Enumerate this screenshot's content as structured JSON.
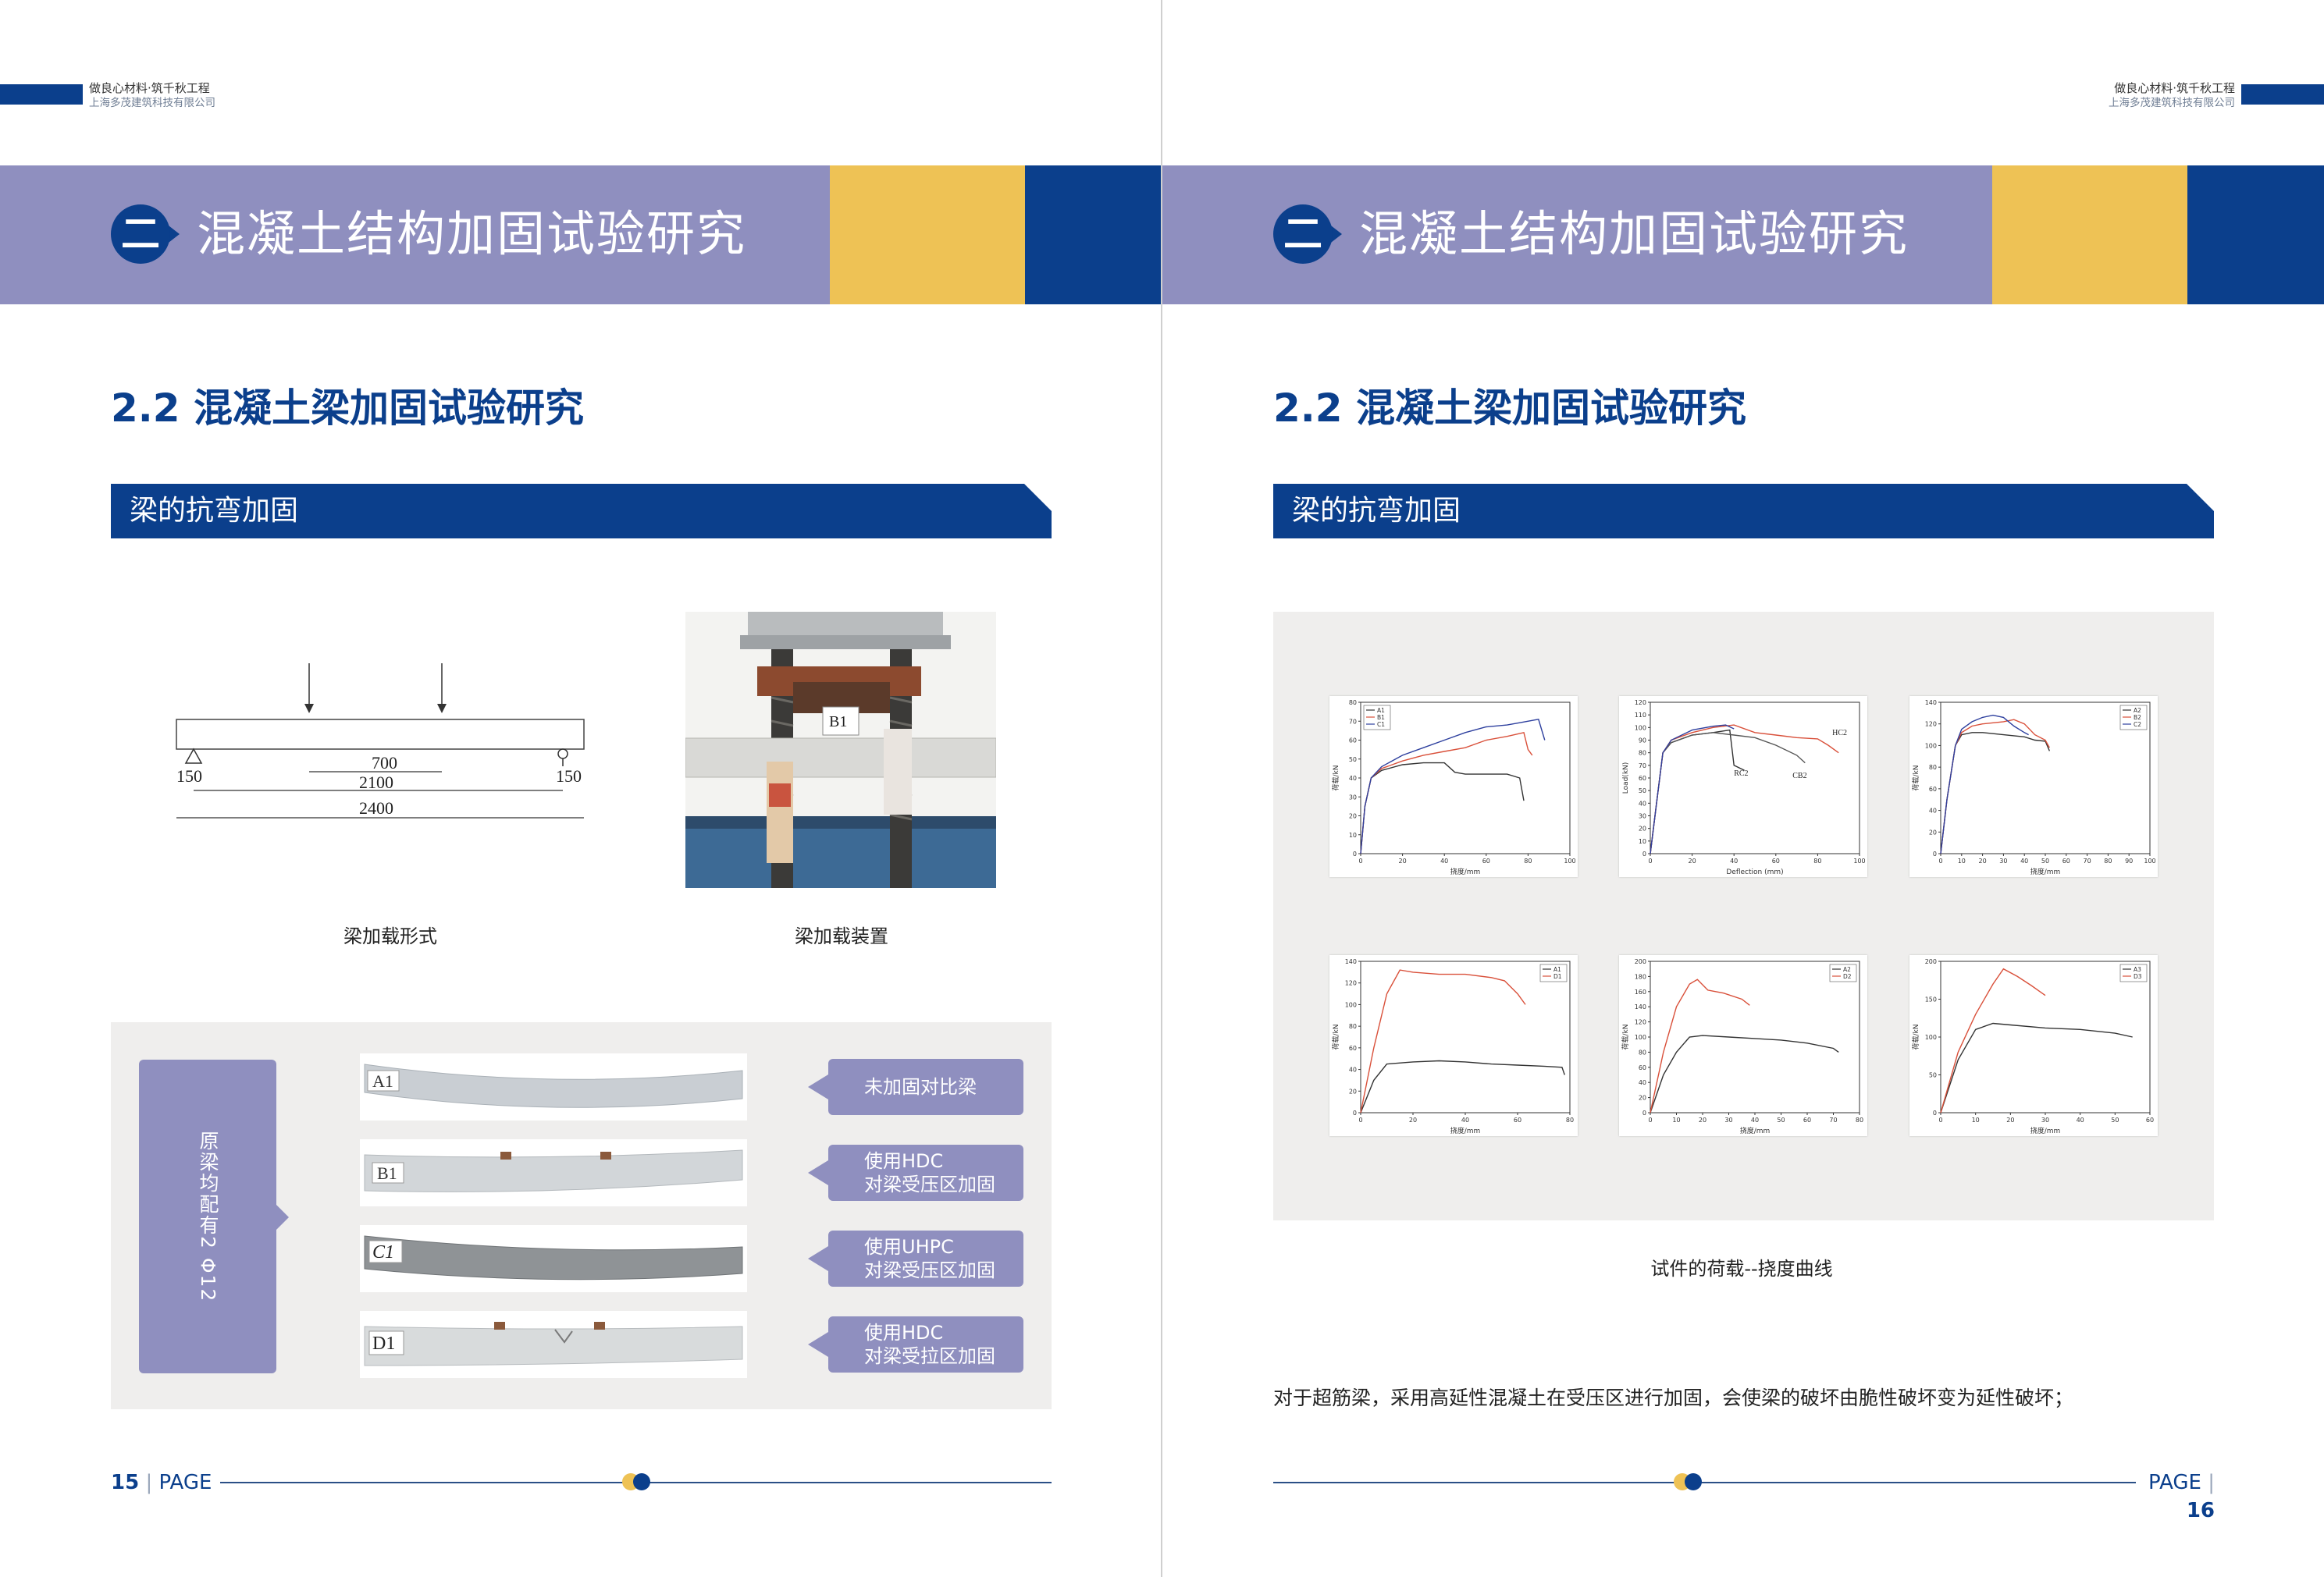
{
  "header": {
    "slogan": "做良心材料·筑千秋工程",
    "company": "上海多茂建筑科技有限公司"
  },
  "chapter": {
    "number": "二",
    "title": "混凝土结构加固试验研究"
  },
  "section": {
    "title": "2.2 混凝土梁加固试验研究"
  },
  "subsection": {
    "title": "梁的抗弯加固"
  },
  "left_page": {
    "loading_diagram": {
      "dims": [
        "700",
        "2100",
        "2400",
        "150",
        "150"
      ],
      "caption": "梁加载形式"
    },
    "loading_photo": {
      "label": "B1",
      "caption": "梁加载装置"
    },
    "reinforcement_note": "原梁均配有2 Φ12",
    "beams": [
      {
        "label": "A1",
        "tag_line1": "未加固对比梁",
        "tag_line2": ""
      },
      {
        "label": "B1",
        "tag_line1": "使用HDC",
        "tag_line2": "对梁受压区加固"
      },
      {
        "label": "C1",
        "tag_line1": "使用UHPC",
        "tag_line2": "对梁受压区加固"
      },
      {
        "label": "D1",
        "tag_line1": "使用HDC",
        "tag_line2": "对梁受拉区加固"
      }
    ],
    "footer": {
      "page": "15",
      "label": "PAGE"
    }
  },
  "right_page": {
    "chart_caption": "试件的荷载--挠度曲线",
    "body_text": "对于超筋梁，采用高延性混凝土在受压区进行加固，会使梁的破坏由脆性破坏变为延性破坏；",
    "footer": {
      "page": "16",
      "label": "PAGE"
    }
  },
  "colors": {
    "navy": "#0b3f8c",
    "lavender": "#8f8fbf",
    "yellow": "#eec255",
    "gray_panel": "#efeeed",
    "series_black": "#333333",
    "series_red": "#d9503a",
    "series_blue": "#2d3f9e"
  },
  "chart_data": [
    {
      "type": "line",
      "ylabel": "荷载/kN",
      "xlabel": "挠度/mm",
      "xlim": [
        0,
        100
      ],
      "ylim": [
        0,
        80
      ],
      "legend": "top-left",
      "xticks": [
        "0",
        "20",
        "40",
        "60",
        "80",
        "100"
      ],
      "yticks": [
        "0",
        "10",
        "20",
        "30",
        "40",
        "50",
        "60",
        "70",
        "80"
      ],
      "series": [
        {
          "name": "A1",
          "color": "#333333",
          "points": [
            [
              0,
              0
            ],
            [
              2,
              25
            ],
            [
              5,
              40
            ],
            [
              10,
              44
            ],
            [
              20,
              47
            ],
            [
              30,
              48
            ],
            [
              40,
              48
            ],
            [
              45,
              43
            ],
            [
              50,
              42
            ],
            [
              60,
              42
            ],
            [
              70,
              42
            ],
            [
              76,
              40
            ],
            [
              78,
              28
            ]
          ]
        },
        {
          "name": "B1",
          "color": "#d9503a",
          "points": [
            [
              0,
              0
            ],
            [
              2,
              25
            ],
            [
              5,
              40
            ],
            [
              10,
              45
            ],
            [
              20,
              49
            ],
            [
              30,
              52
            ],
            [
              40,
              54
            ],
            [
              50,
              56
            ],
            [
              60,
              60
            ],
            [
              70,
              62
            ],
            [
              78,
              64
            ],
            [
              80,
              55
            ],
            [
              82,
              52
            ]
          ]
        },
        {
          "name": "C1",
          "color": "#2d3f9e",
          "points": [
            [
              0,
              0
            ],
            [
              2,
              25
            ],
            [
              5,
              40
            ],
            [
              10,
              46
            ],
            [
              20,
              52
            ],
            [
              30,
              56
            ],
            [
              40,
              60
            ],
            [
              50,
              64
            ],
            [
              60,
              67
            ],
            [
              70,
              68
            ],
            [
              75,
              69
            ],
            [
              85,
              71
            ],
            [
              88,
              60
            ]
          ]
        }
      ]
    },
    {
      "type": "line",
      "ylabel": "Load(kN)",
      "xlabel": "Deflection (mm)",
      "xlim": [
        0,
        100
      ],
      "ylim": [
        0,
        120
      ],
      "xticks": [
        "0",
        "20",
        "40",
        "60",
        "80",
        "100"
      ],
      "yticks": [
        "0",
        "10",
        "20",
        "30",
        "40",
        "50",
        "60",
        "70",
        "80",
        "90",
        "100",
        "110",
        "120"
      ],
      "annotations": [
        "RC2",
        "CB2",
        "HC2"
      ],
      "series": [
        {
          "name": "RC2",
          "color": "#333333",
          "points": [
            [
              0,
              0
            ],
            [
              3,
              40
            ],
            [
              6,
              80
            ],
            [
              10,
              88
            ],
            [
              20,
              94
            ],
            [
              30,
              96
            ],
            [
              38,
              98
            ],
            [
              40,
              70
            ],
            [
              45,
              66
            ]
          ]
        },
        {
          "name": "CB2",
          "color": "#555555",
          "points": [
            [
              0,
              0
            ],
            [
              3,
              40
            ],
            [
              6,
              80
            ],
            [
              10,
              88
            ],
            [
              20,
              94
            ],
            [
              30,
              96
            ],
            [
              40,
              94
            ],
            [
              50,
              92
            ],
            [
              60,
              86
            ],
            [
              70,
              78
            ],
            [
              74,
              72
            ]
          ]
        },
        {
          "name": "HC2",
          "color": "#d9503a",
          "points": [
            [
              0,
              0
            ],
            [
              3,
              40
            ],
            [
              6,
              80
            ],
            [
              10,
              90
            ],
            [
              20,
              96
            ],
            [
              30,
              100
            ],
            [
              40,
              102
            ],
            [
              50,
              96
            ],
            [
              60,
              94
            ],
            [
              70,
              92
            ],
            [
              80,
              91
            ],
            [
              85,
              86
            ],
            [
              90,
              80
            ]
          ]
        },
        {
          "name": "",
          "color": "#2d3f9e",
          "points": [
            [
              0,
              0
            ],
            [
              3,
              40
            ],
            [
              6,
              80
            ],
            [
              10,
              90
            ],
            [
              20,
              98
            ],
            [
              30,
              101
            ],
            [
              36,
              102
            ],
            [
              40,
              99
            ]
          ]
        }
      ]
    },
    {
      "type": "line",
      "ylabel": "荷载/kN",
      "xlabel": "挠度/mm",
      "xlim": [
        0,
        100
      ],
      "ylim": [
        0,
        140
      ],
      "legend": "top-right",
      "xticks": [
        "0",
        "10",
        "20",
        "30",
        "40",
        "50",
        "60",
        "70",
        "80",
        "90",
        "100"
      ],
      "yticks": [
        "0",
        "20",
        "40",
        "60",
        "80",
        "100",
        "120",
        "140"
      ],
      "series": [
        {
          "name": "A2",
          "color": "#333333",
          "points": [
            [
              0,
              0
            ],
            [
              3,
              50
            ],
            [
              7,
              100
            ],
            [
              10,
              110
            ],
            [
              15,
              112
            ],
            [
              20,
              112
            ],
            [
              30,
              110
            ],
            [
              40,
              108
            ],
            [
              45,
              105
            ],
            [
              50,
              104
            ],
            [
              52,
              95
            ]
          ]
        },
        {
          "name": "B2",
          "color": "#d9503a",
          "points": [
            [
              0,
              0
            ],
            [
              3,
              50
            ],
            [
              7,
              100
            ],
            [
              10,
              112
            ],
            [
              15,
              118
            ],
            [
              20,
              120
            ],
            [
              30,
              122
            ],
            [
              35,
              124
            ],
            [
              40,
              120
            ],
            [
              45,
              110
            ],
            [
              50,
              105
            ],
            [
              52,
              98
            ]
          ]
        },
        {
          "name": "C2",
          "color": "#2d3f9e",
          "points": [
            [
              0,
              0
            ],
            [
              3,
              50
            ],
            [
              7,
              100
            ],
            [
              10,
              115
            ],
            [
              15,
              122
            ],
            [
              20,
              126
            ],
            [
              25,
              128
            ],
            [
              30,
              126
            ],
            [
              35,
              118
            ],
            [
              40,
              112
            ],
            [
              42,
              110
            ]
          ]
        }
      ]
    },
    {
      "type": "line",
      "ylabel": "荷载/kN",
      "xlabel": "挠度/mm",
      "xlim": [
        0,
        80
      ],
      "ylim": [
        0,
        140
      ],
      "legend": "top-right",
      "xticks": [
        "0",
        "20",
        "40",
        "60",
        "80"
      ],
      "yticks": [
        "0",
        "20",
        "40",
        "60",
        "80",
        "100",
        "120",
        "140"
      ],
      "series": [
        {
          "name": "A1",
          "color": "#333333",
          "points": [
            [
              0,
              0
            ],
            [
              5,
              30
            ],
            [
              10,
              45
            ],
            [
              20,
              47
            ],
            [
              30,
              48
            ],
            [
              40,
              47
            ],
            [
              50,
              45
            ],
            [
              60,
              44
            ],
            [
              70,
              43
            ],
            [
              77,
              42
            ],
            [
              78,
              35
            ]
          ]
        },
        {
          "name": "D1",
          "color": "#d9503a",
          "points": [
            [
              0,
              0
            ],
            [
              5,
              60
            ],
            [
              10,
              110
            ],
            [
              15,
              132
            ],
            [
              20,
              130
            ],
            [
              30,
              128
            ],
            [
              40,
              128
            ],
            [
              50,
              125
            ],
            [
              55,
              122
            ],
            [
              60,
              110
            ],
            [
              63,
              100
            ]
          ]
        }
      ]
    },
    {
      "type": "line",
      "ylabel": "荷载/kN",
      "xlabel": "挠度/mm",
      "xlim": [
        0,
        80
      ],
      "ylim": [
        0,
        200
      ],
      "legend": "top-right",
      "xticks": [
        "0",
        "10",
        "20",
        "30",
        "40",
        "50",
        "60",
        "70",
        "80"
      ],
      "yticks": [
        "0",
        "20",
        "40",
        "60",
        "80",
        "100",
        "120",
        "140",
        "160",
        "180",
        "200"
      ],
      "series": [
        {
          "name": "A2",
          "color": "#333333",
          "points": [
            [
              0,
              0
            ],
            [
              5,
              50
            ],
            [
              10,
              80
            ],
            [
              15,
              100
            ],
            [
              20,
              102
            ],
            [
              30,
              100
            ],
            [
              40,
              98
            ],
            [
              50,
              96
            ],
            [
              60,
              92
            ],
            [
              70,
              85
            ],
            [
              72,
              80
            ]
          ]
        },
        {
          "name": "D2",
          "color": "#d9503a",
          "points": [
            [
              0,
              0
            ],
            [
              5,
              80
            ],
            [
              10,
              140
            ],
            [
              15,
              170
            ],
            [
              18,
              176
            ],
            [
              22,
              162
            ],
            [
              28,
              158
            ],
            [
              35,
              150
            ],
            [
              38,
              142
            ]
          ]
        }
      ]
    },
    {
      "type": "line",
      "ylabel": "荷载/kN",
      "xlabel": "挠度/mm",
      "xlim": [
        0,
        60
      ],
      "ylim": [
        0,
        200
      ],
      "legend": "top-right",
      "xticks": [
        "0",
        "10",
        "20",
        "30",
        "40",
        "50",
        "60"
      ],
      "yticks": [
        "0",
        "50",
        "100",
        "150",
        "200"
      ],
      "series": [
        {
          "name": "A3",
          "color": "#333333",
          "points": [
            [
              0,
              0
            ],
            [
              5,
              70
            ],
            [
              10,
              110
            ],
            [
              15,
              118
            ],
            [
              20,
              116
            ],
            [
              30,
              112
            ],
            [
              40,
              110
            ],
            [
              50,
              105
            ],
            [
              55,
              100
            ]
          ]
        },
        {
          "name": "D3",
          "color": "#d9503a",
          "points": [
            [
              0,
              0
            ],
            [
              5,
              80
            ],
            [
              10,
              130
            ],
            [
              15,
              170
            ],
            [
              18,
              190
            ],
            [
              22,
              180
            ],
            [
              26,
              168
            ],
            [
              30,
              155
            ]
          ]
        }
      ]
    }
  ]
}
